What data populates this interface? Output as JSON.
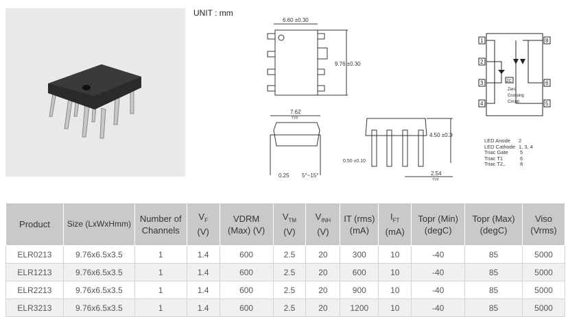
{
  "unit_label": "UNIT : mm",
  "dimensions": {
    "width_top": "6.60 ±0.30",
    "length": "9.76 ±0.30",
    "row_spacing": "7.62",
    "typ": "TYP.",
    "lead_thickness": "0.25",
    "lead_angle": "5°~15°",
    "height": "4.50 ±0.30",
    "lead_width": "0.50 ±0.10",
    "pitch": "2.54"
  },
  "schematic": {
    "pins": [
      "1",
      "2",
      "3",
      "4",
      "5",
      "6",
      "8"
    ],
    "zc": "ZC",
    "zc_caption": [
      "Zero",
      "Crossing",
      "Circuit"
    ]
  },
  "pinout": [
    {
      "name": "LED Anode",
      "pins": "2"
    },
    {
      "name": "LED Cathode",
      "pins": "1, 3, 4"
    },
    {
      "name": "Triac Gate",
      "pins": "5"
    },
    {
      "name": "Triac T1",
      "pins": "6"
    },
    {
      "name": "Triac T2,.",
      "pins": "8"
    }
  ],
  "table": {
    "headers": [
      [
        "Product",
        ""
      ],
      [
        "Size (LxWxHmm)",
        ""
      ],
      [
        "Number of",
        "Channels"
      ],
      [
        "V",
        "F",
        "(V)"
      ],
      [
        "VDRM",
        "(Max) (V)"
      ],
      [
        "V",
        "TM",
        "(V)"
      ],
      [
        "V",
        "INH",
        "(V)"
      ],
      [
        "IT (rms)",
        "(mA)"
      ],
      [
        "I",
        "FT",
        "(mA)"
      ],
      [
        "Topr  (Min)",
        "(degC)"
      ],
      [
        "Topr  (Max)",
        "(degC)"
      ],
      [
        "Viso",
        "(Vrms)"
      ]
    ],
    "rows": [
      [
        "ELR0213",
        "9.76x6.5x3.5",
        "1",
        "1.4",
        "600",
        "2.5",
        "20",
        "300",
        "10",
        "-40",
        "85",
        "5000"
      ],
      [
        "ELR1213",
        "9.76x6.5x3.5",
        "1",
        "1.4",
        "600",
        "2.5",
        "20",
        "600",
        "10",
        "-40",
        "85",
        "5000"
      ],
      [
        "ELR2213",
        "9.76x6.5x3.5",
        "1",
        "1.4",
        "600",
        "2.5",
        "20",
        "900",
        "10",
        "-40",
        "85",
        "5000"
      ],
      [
        "ELR3213",
        "9.76x6.5x3.5",
        "1",
        "1.4",
        "600",
        "2.5",
        "20",
        "1200",
        "10",
        "-40",
        "85",
        "5000"
      ]
    ]
  }
}
